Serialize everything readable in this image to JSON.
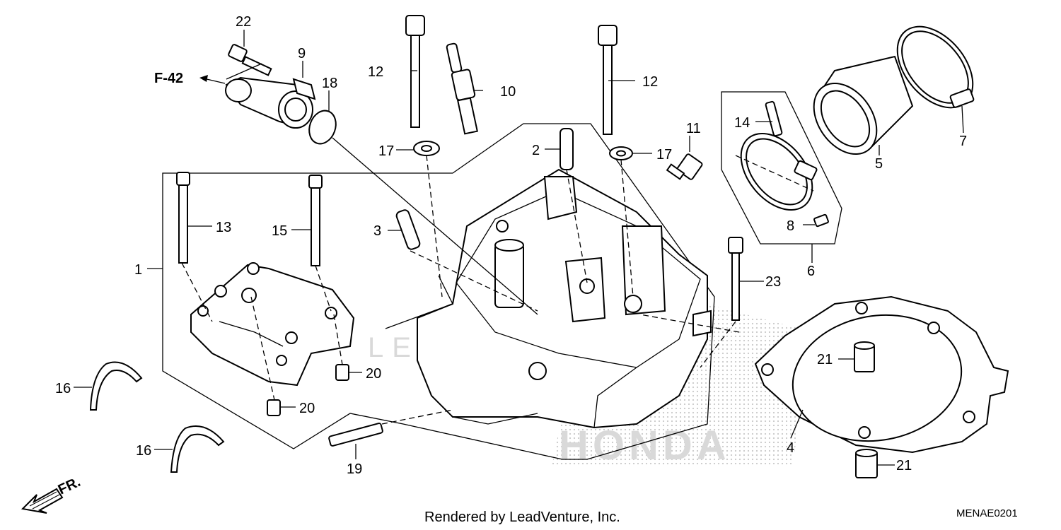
{
  "diagram": {
    "callouts": {
      "c1": "1",
      "c2": "2",
      "c3": "3",
      "c4": "4",
      "c5": "5",
      "c6": "6",
      "c7": "7",
      "c8": "8",
      "c9": "9",
      "c10": "10",
      "c11": "11",
      "c12a": "12",
      "c12b": "12",
      "c13": "13",
      "c14": "14",
      "c15": "15",
      "c16a": "16",
      "c16b": "16",
      "c17a": "17",
      "c17b": "17",
      "c18": "18",
      "c19": "19",
      "c20a": "20",
      "c20b": "20",
      "c21a": "21",
      "c21b": "21",
      "c22": "22",
      "c23": "23"
    },
    "reference": "F-42",
    "direction": "FR.",
    "watermark_main": "LEADVENTURE",
    "watermark_brand": "HONDA"
  },
  "footer": {
    "rendered_by": "Rendered by LeadVenture, Inc.",
    "diagram_code": "MENAE0201"
  },
  "colors": {
    "line": "#000000",
    "background": "#ffffff",
    "watermark": "#d9d9d9"
  }
}
